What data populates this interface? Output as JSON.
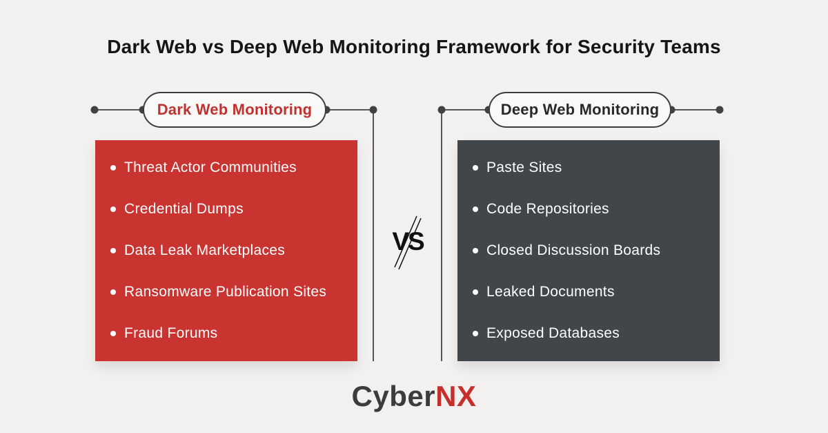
{
  "page": {
    "title": "Dark Web vs Deep Web Monitoring Framework for Security Teams",
    "vs_label": "VS",
    "background_color": "#f2f1ef"
  },
  "colors": {
    "dark_web_red": "#c93330",
    "deep_web_slate": "#41464a",
    "connector_gray": "#54565a",
    "pill_border": "#3a3d40",
    "list_text": "#ffffff",
    "title_text": "#151515"
  },
  "left_panel": {
    "label": "Dark Web Monitoring",
    "label_color": "#c0322f",
    "items": [
      "Threat Actor Communities",
      "Credential Dumps",
      "Data Leak Marketplaces",
      "Ransomware Publication Sites",
      "Fraud Forums"
    ]
  },
  "right_panel": {
    "label": "Deep Web Monitoring",
    "label_color": "#26292c",
    "items": [
      "Paste Sites",
      "Code Repositories",
      "Closed Discussion Boards",
      "Leaked Documents",
      "Exposed Databases"
    ]
  },
  "brand": {
    "logo_primary": "Cyber",
    "logo_accent": "NX",
    "primary_color": "#3c3c3c",
    "accent_color": "#c6302c"
  }
}
